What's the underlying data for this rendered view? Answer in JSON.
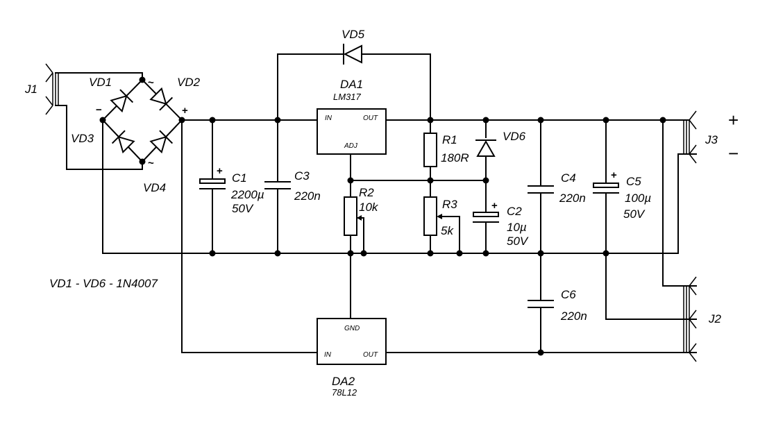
{
  "connectors": {
    "J1": "J1",
    "J2": "J2",
    "J3": "J3",
    "J3_plus": "+",
    "J3_minus": "−"
  },
  "bridge": {
    "VD1": "VD1",
    "VD2": "VD2",
    "VD3": "VD3",
    "VD4": "VD4",
    "minus": "−",
    "plus": "+",
    "ac_top": "~",
    "ac_bottom": "~"
  },
  "diodes": {
    "VD5": "VD5",
    "VD6": "VD6",
    "note": "VD1 - VD6 - 1N4007"
  },
  "regulators": {
    "DA1": {
      "name": "DA1",
      "part": "LM317",
      "in": "IN",
      "out": "OUT",
      "adj": "ADJ"
    },
    "DA2": {
      "name": "DA2",
      "part": "78L12",
      "in": "IN",
      "out": "OUT",
      "gnd": "GND"
    }
  },
  "capacitors": {
    "C1": {
      "name": "C1",
      "value": "2200µ",
      "voltage": "50V",
      "polarity": "+"
    },
    "C2": {
      "name": "C2",
      "value": "10µ",
      "voltage": "50V",
      "polarity": "+"
    },
    "C3": {
      "name": "C3",
      "value": "220n"
    },
    "C4": {
      "name": "C4",
      "value": "220n"
    },
    "C5": {
      "name": "C5",
      "value": "100µ",
      "voltage": "50V",
      "polarity": "+"
    },
    "C6": {
      "name": "C6",
      "value": "220n"
    }
  },
  "resistors": {
    "R1": {
      "name": "R1",
      "value": "180R"
    },
    "R2": {
      "name": "R2",
      "value": "10k"
    },
    "R3": {
      "name": "R3",
      "value": "5k"
    }
  }
}
